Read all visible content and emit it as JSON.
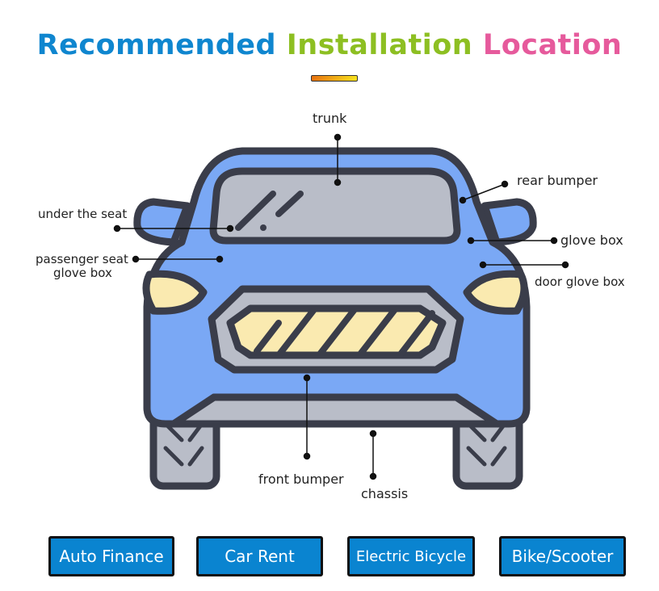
{
  "title": {
    "part1": "Recommended",
    "part2": "Installation",
    "part3": "Location",
    "colors": [
      "#0f86cf",
      "#8dbf22",
      "#e65a9c"
    ]
  },
  "labels": {
    "trunk": "trunk",
    "rear_bumper": "rear bumper",
    "under_seat": "under the seat",
    "passenger_line1": "passenger seat",
    "passenger_line2": "glove box",
    "glove_box": "glove box",
    "door_glove_box": "door glove box",
    "front_bumper": "front bumper",
    "chassis": "chassis"
  },
  "buttons": [
    "Auto Finance",
    "Car Rent",
    "Electric Bicycle",
    "Bike/Scooter"
  ]
}
